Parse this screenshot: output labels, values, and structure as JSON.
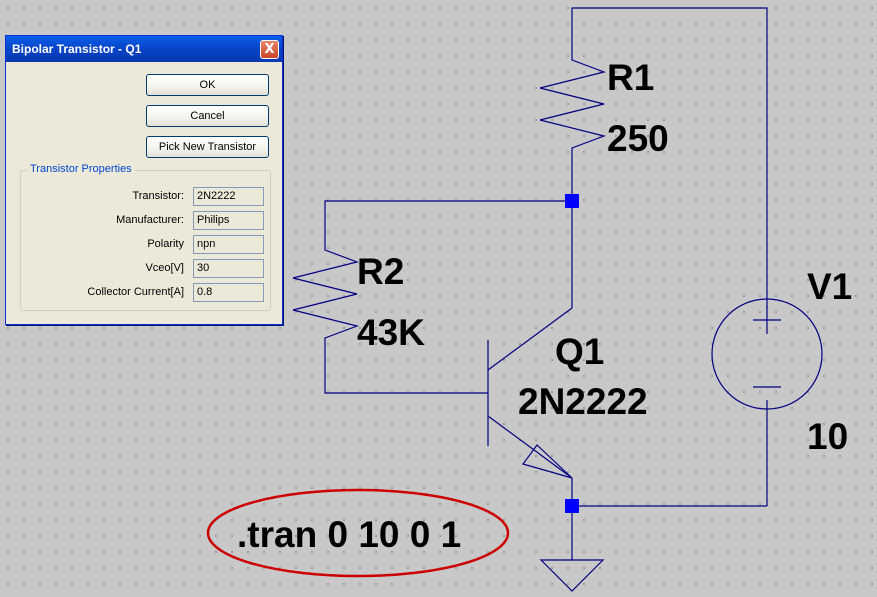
{
  "dialog": {
    "title": "Bipolar Transistor - Q1",
    "close_label": "X",
    "buttons": {
      "ok": "OK",
      "cancel": "Cancel",
      "pick_new": "Pick New Transistor"
    },
    "group_title": "Transistor Properties",
    "properties": [
      {
        "label": "Transistor:",
        "value": "2N2222"
      },
      {
        "label": "Manufacturer:",
        "value": "Philips"
      },
      {
        "label": "Polarity",
        "value": "npn"
      },
      {
        "label": "Vceo[V]",
        "value": "30"
      },
      {
        "label": "Collector Current[A]",
        "value": "0.8"
      }
    ]
  },
  "schematic": {
    "r1": {
      "name": "R1",
      "value": "250"
    },
    "r2": {
      "name": "R2",
      "value": "43K"
    },
    "q1": {
      "name": "Q1",
      "model": "2N2222"
    },
    "v1": {
      "name": "V1",
      "value": "10"
    },
    "directive": ".tran 0 10 0 1"
  },
  "colors": {
    "wire": "#000080",
    "node": "#0000ff",
    "highlight": "#cc0000",
    "canvas": "#c8c8c8"
  }
}
